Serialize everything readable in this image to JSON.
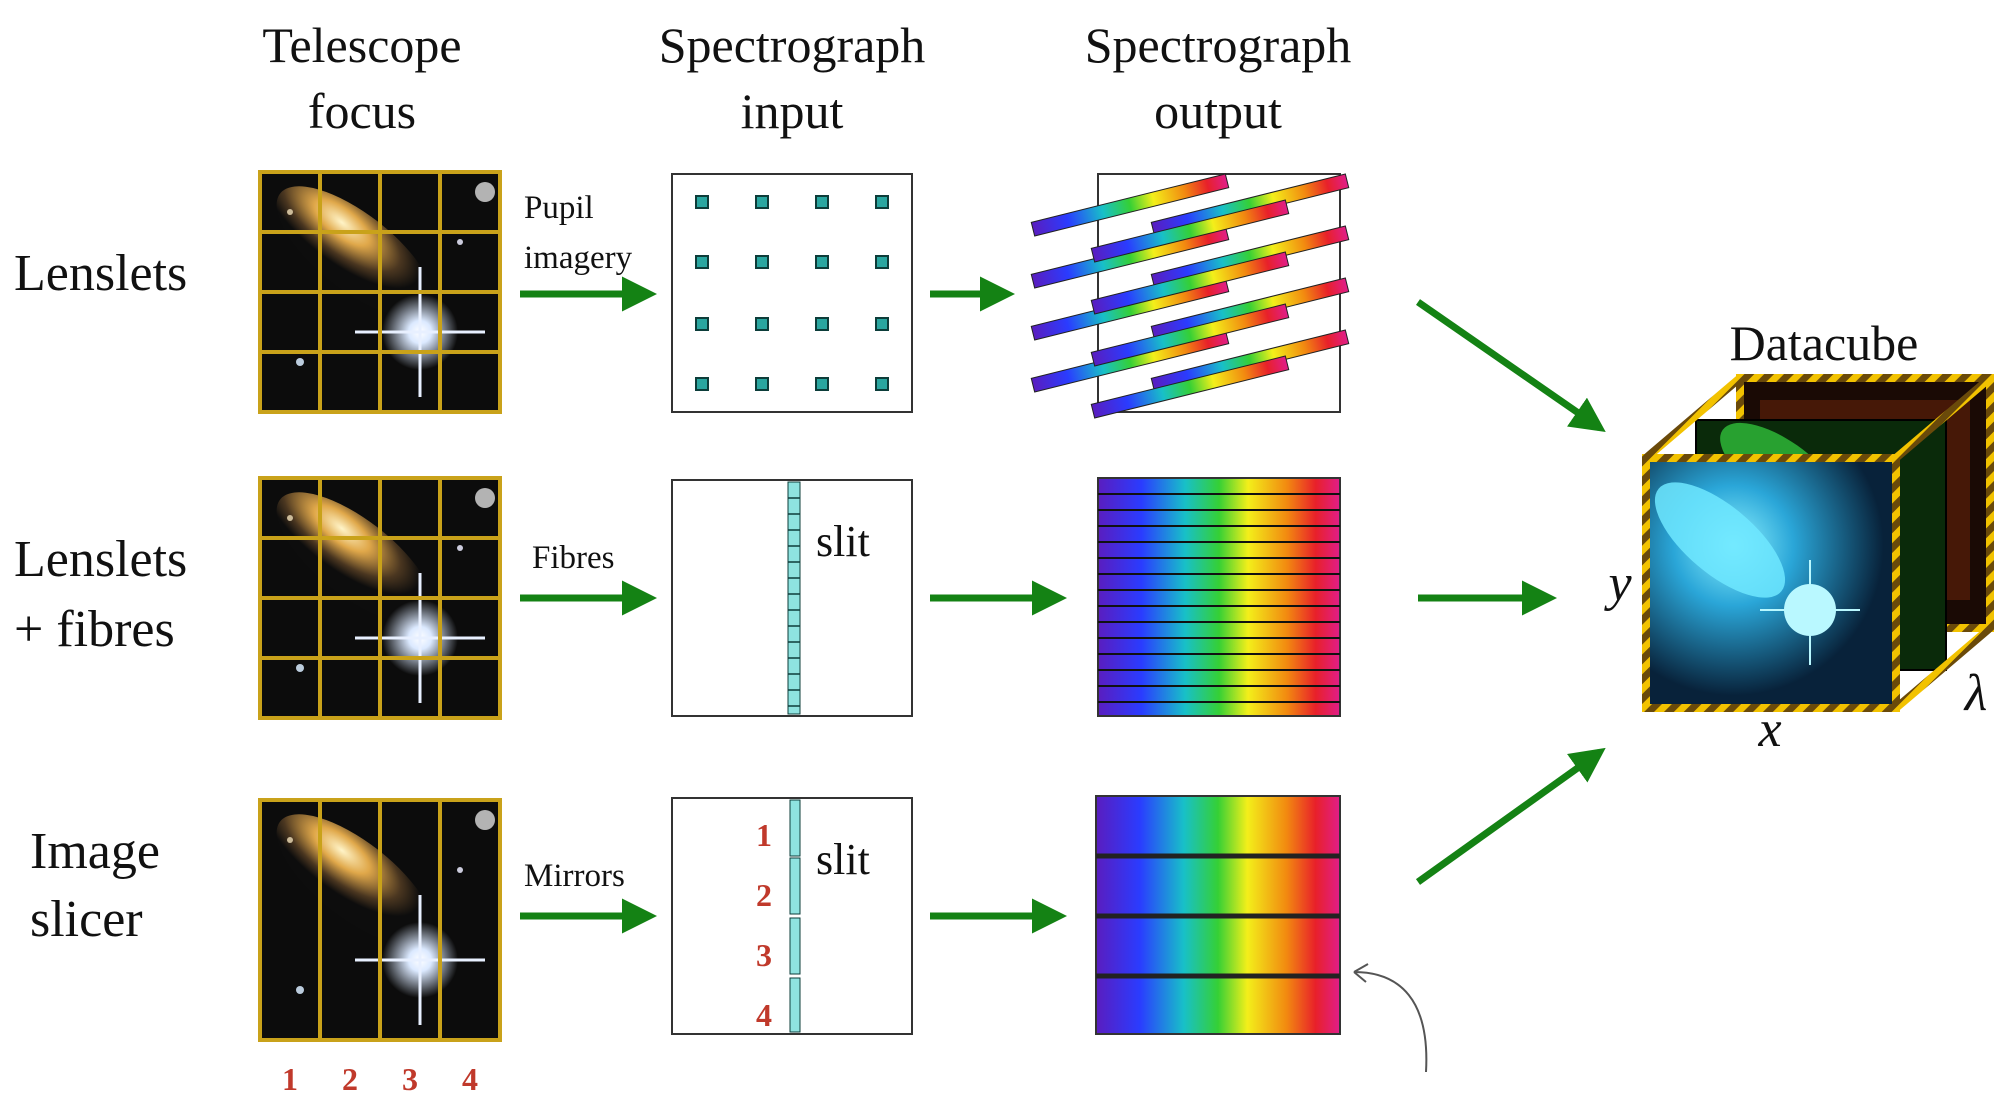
{
  "headers": {
    "telescope": [
      "Telescope",
      "focus"
    ],
    "input": [
      "Spectrograph",
      "input"
    ],
    "output": [
      "Spectrograph",
      "output"
    ]
  },
  "rows": [
    {
      "label": [
        "Lenslets"
      ],
      "connector": [
        "Pupil",
        "imagery"
      ]
    },
    {
      "label": [
        "Lenslets",
        "+ fibres"
      ],
      "connector": [
        "Fibres"
      ]
    },
    {
      "label": [
        "Image",
        "slicer"
      ],
      "connector": [
        "Mirrors"
      ]
    }
  ],
  "slit_label": "slit",
  "slice_numbers": [
    "1",
    "2",
    "3",
    "4"
  ],
  "datacube": {
    "title": "Datacube",
    "x": "x",
    "y": "y",
    "lambda": "λ"
  },
  "colors": {
    "arrow": "#148214",
    "frame": "#c9a21a",
    "accent_number": "#c0392b"
  }
}
